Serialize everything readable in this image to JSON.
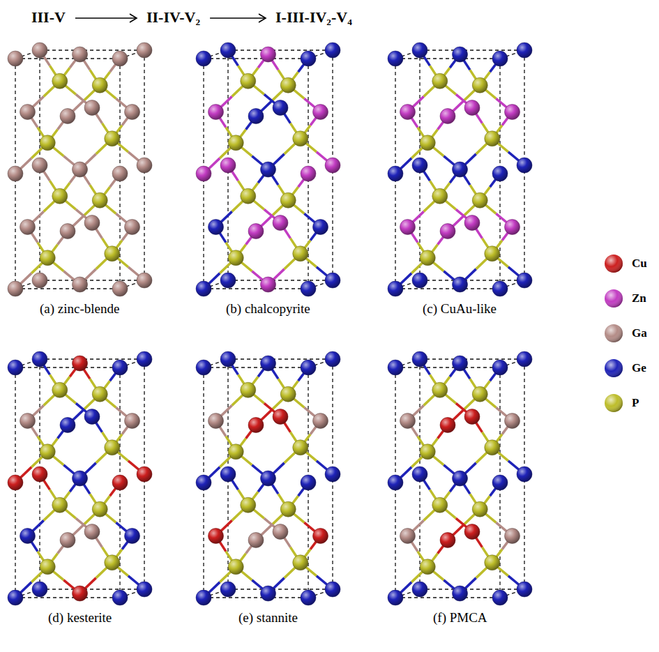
{
  "diagram": {
    "labels": [
      "III-V",
      "II-IV-V₂",
      "I-III-IV₂-V₄",
      "(a) zinc-blende",
      "(b) chalcopyrite",
      "(c) CuAu-like",
      "(d) kesterite",
      "(e) stannite",
      "(f) PMCA"
    ],
    "legend": [
      {
        "text": "Cu",
        "color": "#cc1f1f"
      },
      {
        "text": "Zn",
        "color": "#c23cc2"
      },
      {
        "text": "Ga",
        "color": "#b48c87"
      },
      {
        "text": "Ge",
        "color": "#1f23b8"
      },
      {
        "text": "P",
        "color": "#bdbd2a"
      }
    ]
  }
}
